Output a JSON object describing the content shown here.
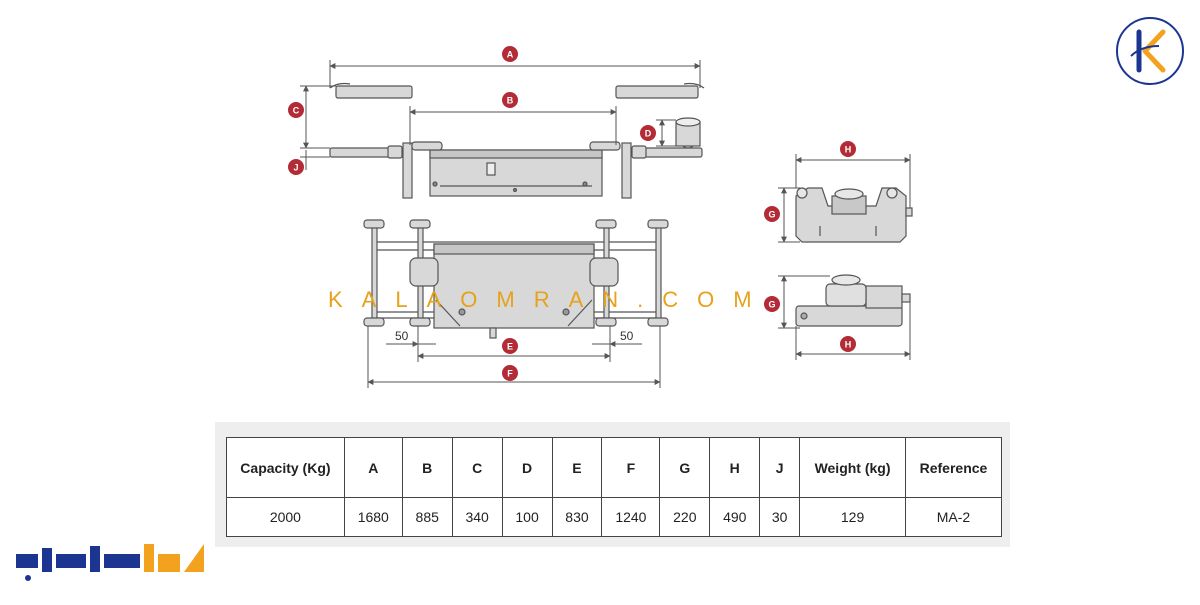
{
  "diagram": {
    "dimension_labels": [
      "A",
      "B",
      "C",
      "D",
      "E",
      "F",
      "G",
      "H",
      "J"
    ],
    "offsets": [
      "50",
      "50"
    ]
  },
  "watermark": "KALAOMRAN.COM",
  "table": {
    "headers": [
      "Capacity (Kg)",
      "A",
      "B",
      "C",
      "D",
      "E",
      "F",
      "G",
      "H",
      "J",
      "Weight (kg)",
      "Reference"
    ],
    "rows": [
      [
        "2000",
        "1680",
        "885",
        "340",
        "100",
        "830",
        "1240",
        "220",
        "490",
        "30",
        "129",
        "MA-2"
      ]
    ]
  },
  "colors": {
    "marker": "#b22b37",
    "machine_fill": "#d8d8d8",
    "watermark": "#e6a21a",
    "logo_blue": "#1b3591",
    "logo_orange": "#f2a21e"
  }
}
